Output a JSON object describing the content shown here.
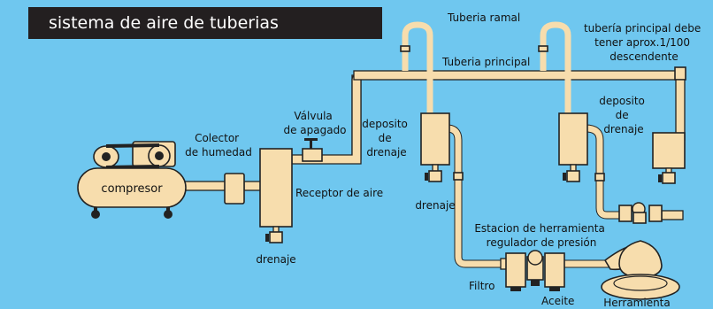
{
  "colors": {
    "background": "#6fc7ef",
    "title_bar": "#231f20",
    "component_fill": "#f7ddad",
    "outline": "#222222"
  },
  "title": "sistema de aire de tuberias",
  "labels": {
    "tuberia_ramal": "Tuberia ramal",
    "tuberia_principal": "Tuberia principal",
    "tuberia_principal_note": [
      "tubería principal  debe",
      "tener aprox.1/100",
      "descendente"
    ],
    "valvula_apagado": [
      "Válvula",
      "de apagado"
    ],
    "colector_humedad": [
      "Colector",
      "de humedad"
    ],
    "compresor": "compresor",
    "receptor_aire": "Receptor de aire",
    "drenaje_receptor": "drenaje",
    "deposito_drenaje_left": [
      "deposito",
      "de",
      "drenaje"
    ],
    "drenaje_left": "drenaje",
    "deposito_drenaje_right": [
      "deposito",
      "de",
      "drenaje"
    ],
    "estacion_herramienta": [
      "Estacion de herramienta",
      "regulador de presión"
    ],
    "filtro": "Filtro",
    "aceite": "Aceite",
    "herramienta": "Herramienta"
  }
}
